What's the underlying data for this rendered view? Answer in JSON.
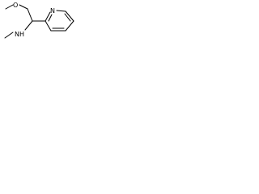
{
  "molecule": {
    "labels": {
      "oxygen": "O",
      "amine": "NH",
      "ring_nitrogen": "N"
    },
    "colors": {
      "bond": "#000000",
      "label": "#000000",
      "background": "#ffffff"
    }
  }
}
